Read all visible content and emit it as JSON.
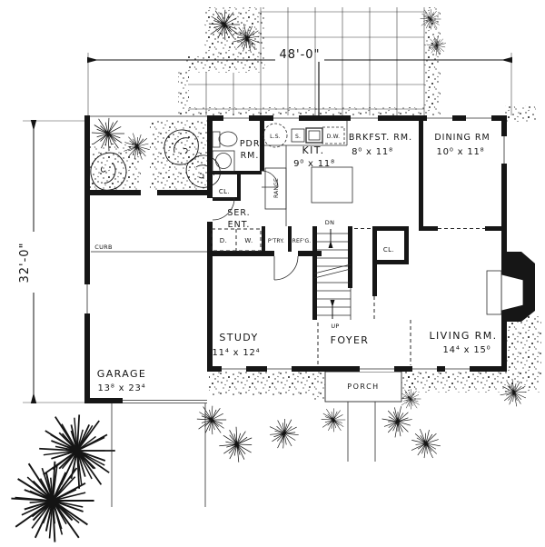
{
  "dims": {
    "width_label": "48'-0\"",
    "depth_label": "32'-0\""
  },
  "rooms": {
    "powder": {
      "line1": "PDR.",
      "line2": "RM."
    },
    "kitchen": {
      "name": "KIT.",
      "size": "9⁰ x 11⁸"
    },
    "breakfast": {
      "name": "BRKFST. RM.",
      "size": "8⁰ x 11⁸"
    },
    "dining": {
      "name": "DINING RM",
      "size": "10⁰ x 11⁸"
    },
    "study": {
      "name": "STUDY",
      "size": "11⁴ x 12⁴"
    },
    "foyer": {
      "name": "FOYER"
    },
    "living": {
      "name": "LIVING RM.",
      "size": "14⁴ x 15⁰"
    },
    "garage": {
      "name": "GARAGE",
      "size": "13⁸ x 23⁴"
    },
    "porch": {
      "name": "PORCH"
    },
    "service_entry": {
      "line1": "SER.",
      "line2": "ENT."
    }
  },
  "labels": {
    "closet": "CL.",
    "pantry": "P'TRY.",
    "refrigerator": "REF'G.",
    "dryer": "D.",
    "washer": "W.",
    "range": "RANGE",
    "lazy_susan": "L.S.",
    "sink": "S.",
    "dishwasher": "D.W.",
    "curb": "CURB"
  },
  "stairs": {
    "down": "DN",
    "up": "UP"
  },
  "colors": {
    "ink": "#141414",
    "paper": "#ffffff"
  }
}
